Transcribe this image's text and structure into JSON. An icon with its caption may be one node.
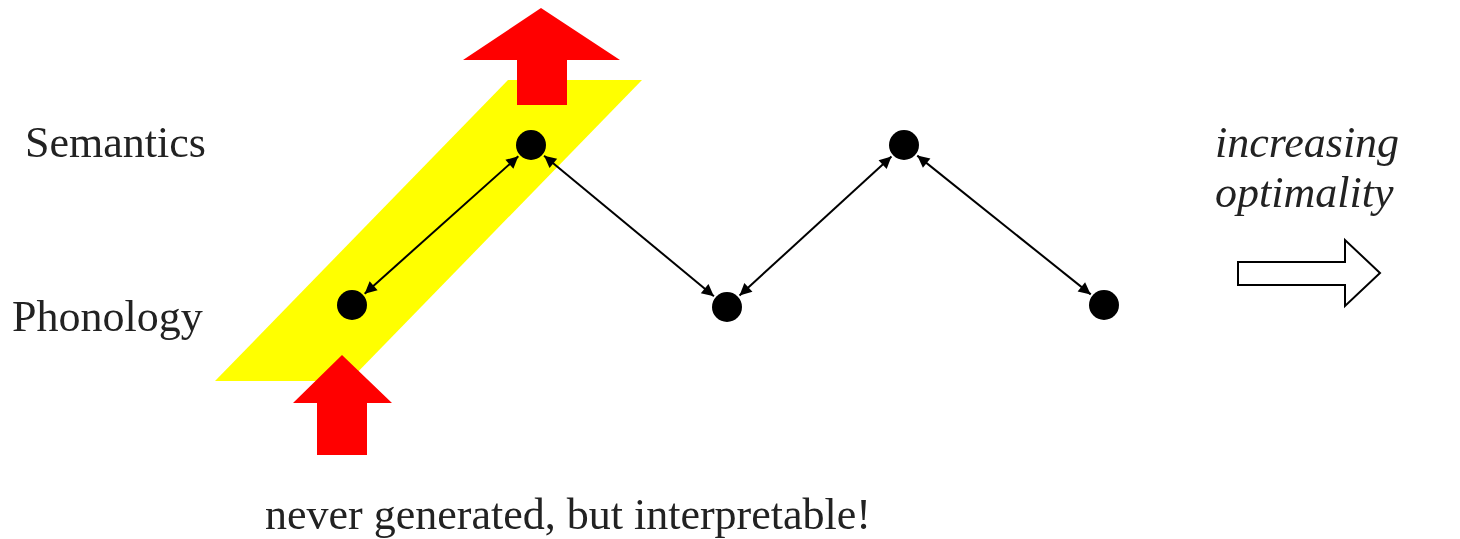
{
  "diagram": {
    "nodes": [
      {
        "text": [],
        "shape": "circle"
      },
      {
        "text": [],
        "shape": "circle"
      },
      {
        "text": [],
        "shape": "circle"
      },
      {
        "text": [],
        "shape": "circle"
      },
      {
        "text": [],
        "shape": "circle"
      }
    ],
    "edges": [
      {
        "from": 0,
        "to": 1,
        "arrow": "both"
      },
      {
        "from": 1,
        "to": 2,
        "arrow": "both"
      },
      {
        "from": 2,
        "to": 3,
        "arrow": "both"
      },
      {
        "from": 3,
        "to": 4,
        "arrow": "both"
      }
    ],
    "labels": [
      "Semantics",
      "Phonology",
      "increasing optimality",
      "never generated, but interpretable!"
    ]
  }
}
